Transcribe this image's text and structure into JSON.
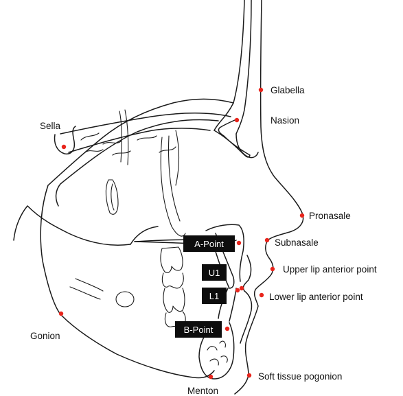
{
  "colors": {
    "landmark_dot": "#e8251c",
    "label_box": "#0d0d0d",
    "outline": "#1a1a1a"
  },
  "labels": {
    "glabella": "Glabella",
    "nasion": "Nasion",
    "sella": "Sella",
    "pronasale": "Pronasale",
    "subnasale": "Subnasale",
    "a_point": "A-Point",
    "upper_lip_anterior_point": "Upper lip anterior point",
    "u1": "U1",
    "l1": "L1",
    "lower_lip_anterior_point": "Lower lip anterior point",
    "gonion": "Gonion",
    "b_point": "B-Point",
    "soft_tissue_pogonion": "Soft tissue pogonion",
    "menton": "Menton"
  }
}
